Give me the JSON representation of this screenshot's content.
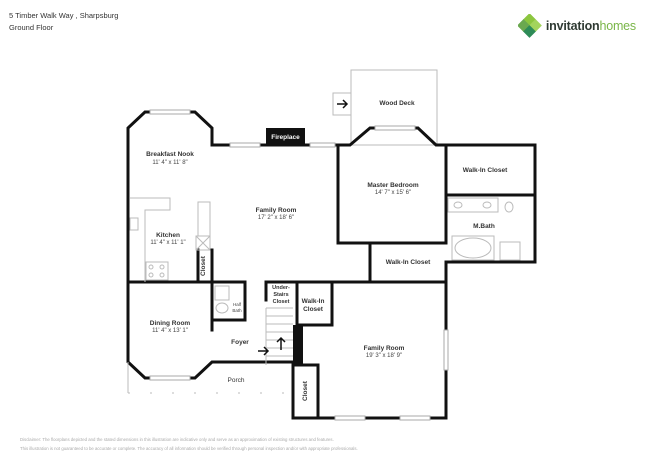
{
  "header": {
    "address": "5 Timber Walk Way , Sharpsburg",
    "floor": "Ground Floor"
  },
  "logo": {
    "brand_part1": "invitation",
    "brand_part2": "homes",
    "colors": {
      "dark": "#2f3a33",
      "green": "#7ab648",
      "dark_green": "#2e8b57"
    }
  },
  "rooms": {
    "breakfast_nook": {
      "name": "Breakfast Nook",
      "dims": "11' 4\" x 11' 8\""
    },
    "kitchen": {
      "name": "Kitchen",
      "dims": "11' 4\" x 11' 1\""
    },
    "family_room_upper": {
      "name": "Family Room",
      "dims": "17' 2\" x 18' 6\""
    },
    "fireplace": {
      "name": "Fireplace"
    },
    "wood_deck": {
      "name": "Wood Deck"
    },
    "master_bedroom": {
      "name": "Master Bedroom",
      "dims": "14' 7\" x 15' 6\""
    },
    "walk_in_closet_master": {
      "name": "Walk-In Closet"
    },
    "master_bath": {
      "name": "M.Bath"
    },
    "walk_in_closet_mid": {
      "name": "Walk-In Closet"
    },
    "kitchen_closet": {
      "name": "Closet"
    },
    "half_bath": {
      "name_line1": "Half",
      "name_line2": "Bath"
    },
    "under_stairs_closet": {
      "line1": "Under-",
      "line2": "Stairs",
      "line3": "Closet"
    },
    "walk_in_closet_stairs": {
      "line1": "Walk-In",
      "line2": "Closet"
    },
    "dining_room": {
      "name": "Dining Room",
      "dims": "11' 4\" x 13' 1\""
    },
    "foyer": {
      "name": "Foyer"
    },
    "porch": {
      "name": "Porch"
    },
    "family_room_lower": {
      "name": "Family Room",
      "dims": "19' 3\" x 18' 9\""
    },
    "closet_lower": {
      "name": "Closet"
    }
  },
  "disclaimer": {
    "line1": "Disclaimer: The floorplans depicted and the stated dimensions in this illustration are indicative only and serve as an approximation of existing structures and features.",
    "line2": "This illustration is not guaranteed to be accurate or complete. The accuracy of all information should be verified through personal inspection and/or with appropriate professionals."
  }
}
